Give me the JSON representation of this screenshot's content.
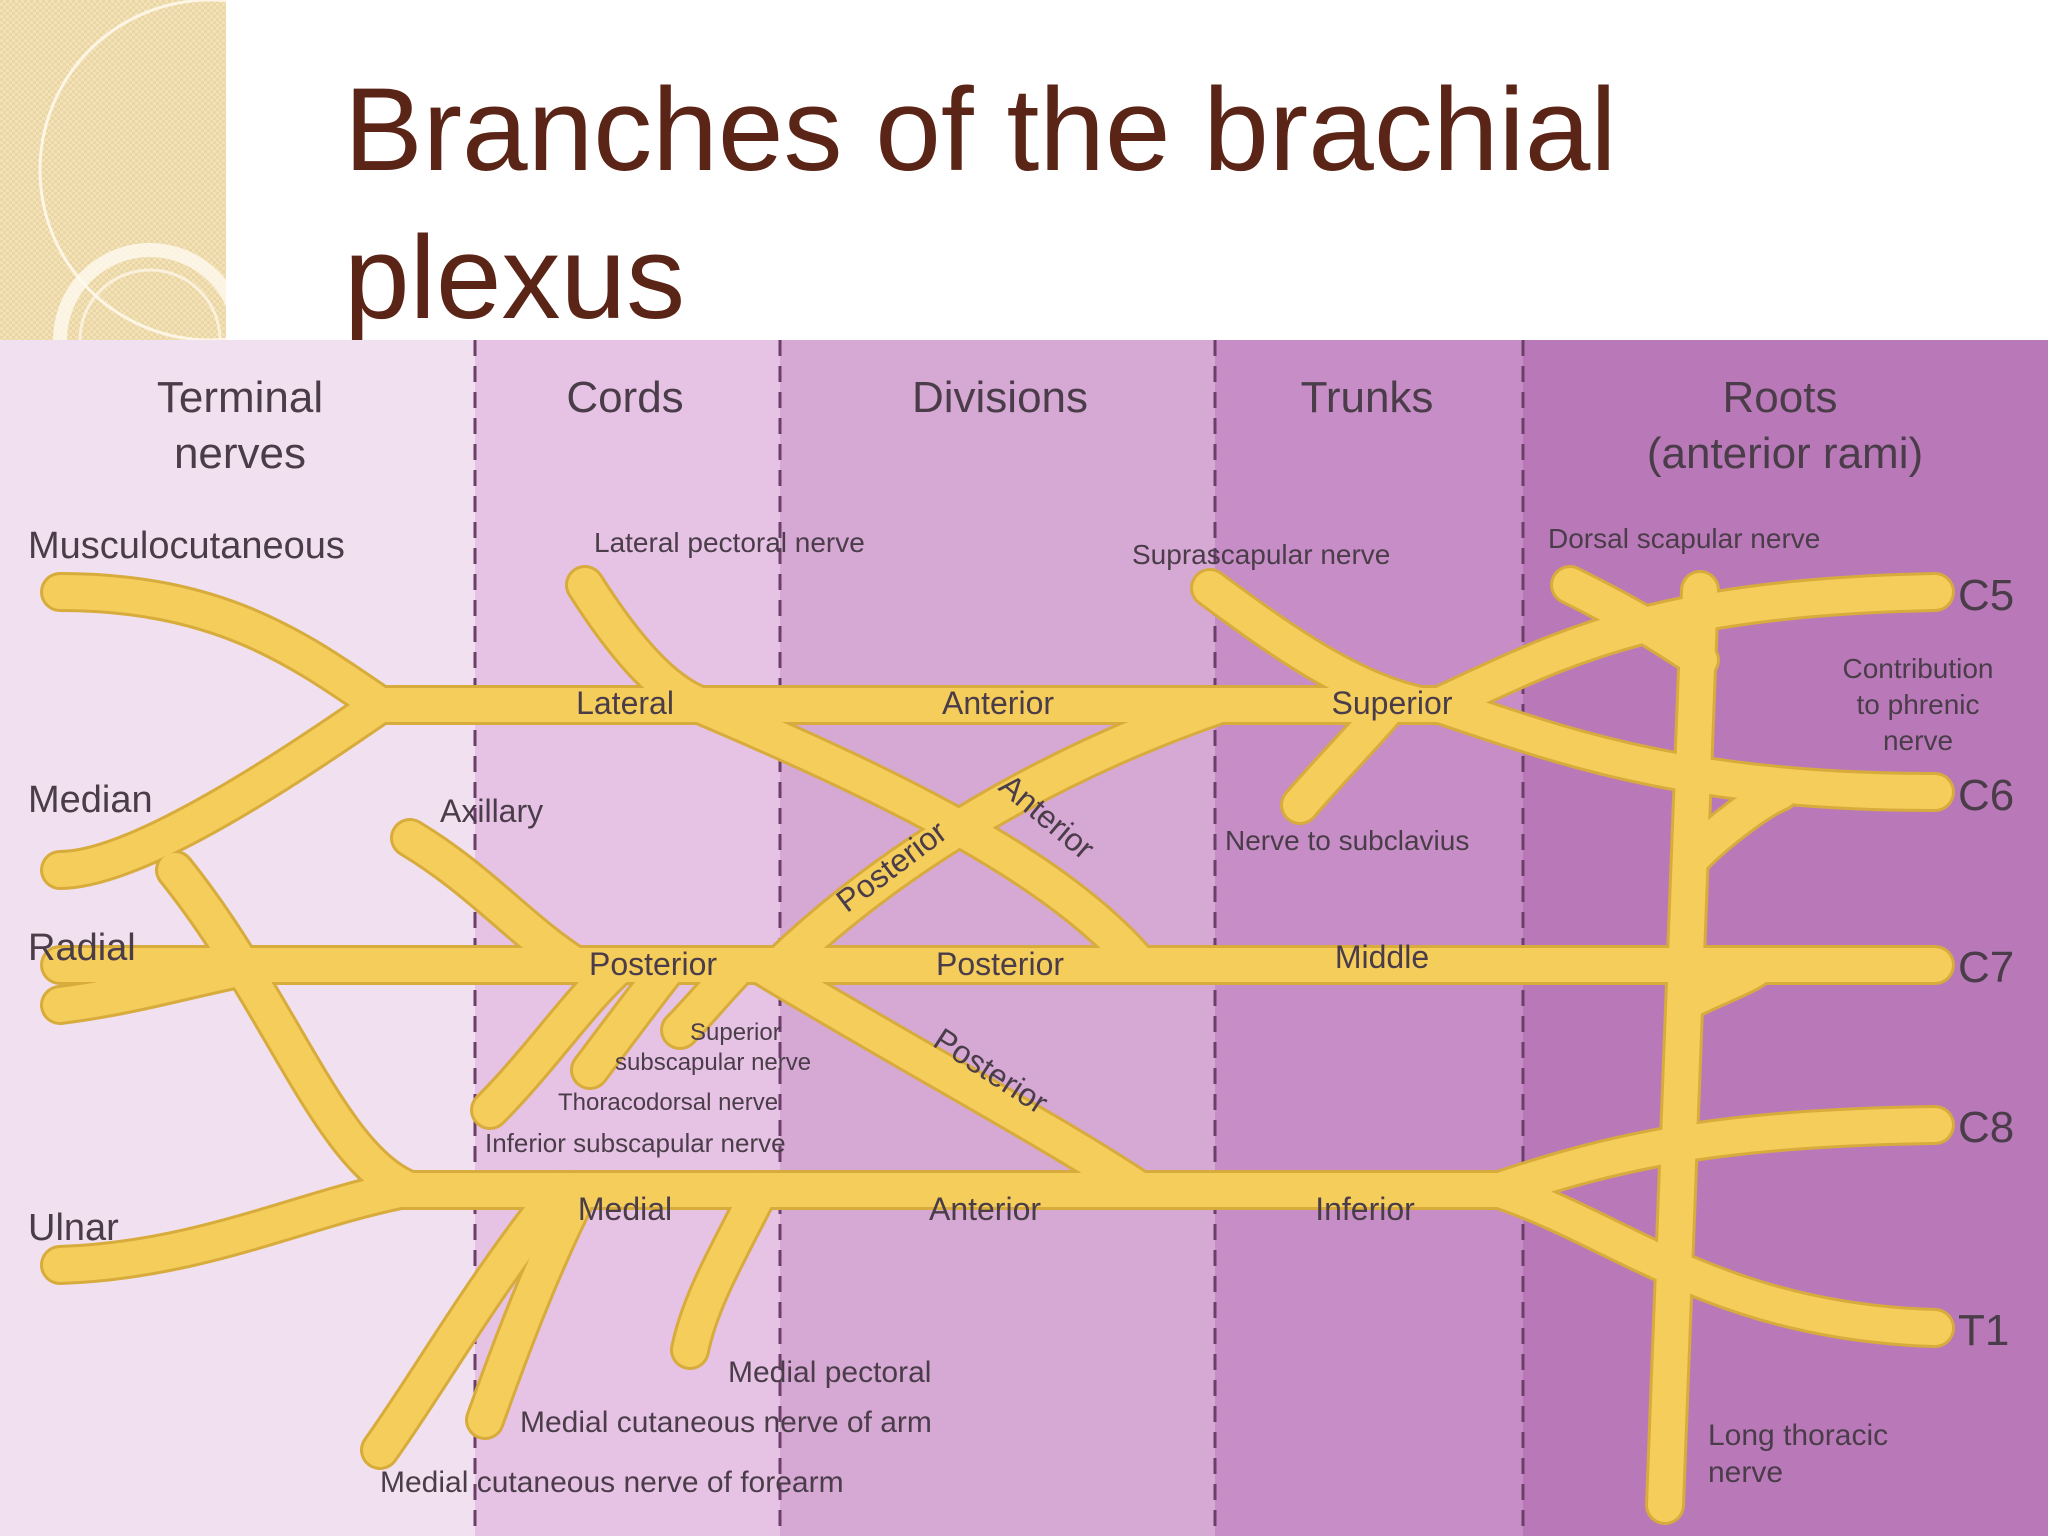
{
  "slide": {
    "title": "Branches of the brachial plexus"
  },
  "diagram": {
    "columns": [
      {
        "line1": "Terminal",
        "line2": "nerves"
      },
      {
        "line1": "Cords",
        "line2": ""
      },
      {
        "line1": "Divisions",
        "line2": ""
      },
      {
        "line1": "Trunks",
        "line2": ""
      },
      {
        "line1": "Roots",
        "line2": "(anterior rami)"
      }
    ],
    "terminal_nerves": {
      "musculocutaneous": "Musculocutaneous",
      "median": "Median",
      "radial": "Radial",
      "ulnar": "Ulnar"
    },
    "cords": {
      "lateral": "Lateral",
      "posterior": "Posterior",
      "medial": "Medial"
    },
    "divisions": {
      "lateral_anterior": "Anterior",
      "diag_anterior": "Anterior",
      "diag_posterior": "Posterior",
      "middle_posterior": "Posterior",
      "lower_posterior": "Posterior",
      "medial_anterior": "Anterior"
    },
    "trunks": {
      "superior": "Superior",
      "middle": "Middle",
      "inferior": "Inferior"
    },
    "roots": [
      "C5",
      "C6",
      "C7",
      "C8",
      "T1"
    ],
    "branches": {
      "lateral_pectoral": "Lateral pectoral nerve",
      "suprascapular": "Suprascapular nerve",
      "dorsal_scapular": "Dorsal scapular nerve",
      "phrenic_line1": "Contribution",
      "phrenic_line2": "to phrenic",
      "phrenic_line3": "nerve",
      "axillary": "Axillary",
      "subclavius": "Nerve to subclavius",
      "superior_subscap_line1": "Superior",
      "superior_subscap_line2": "subscapular nerve",
      "thoracodorsal": "Thoracodorsal nerve",
      "inferior_subscap": "Inferior subscapular nerve",
      "medial_pectoral": "Medial pectoral",
      "medial_cut_arm": "Medial cutaneous nerve of arm",
      "medial_cut_forearm": "Medial cutaneous nerve of forearm",
      "long_thoracic_line1": "Long thoracic",
      "long_thoracic_line2": "nerve"
    },
    "colors": {
      "title": "#5a2416",
      "nerve": "#f4cd5b",
      "nerve_outline": "#d7ab3c",
      "band_terminal": "#f1e1f0",
      "band_cords": "#e6c3e4",
      "band_divisions": "#d6a8d4",
      "band_trunks": "#c78dc6",
      "band_roots": "#b979b9",
      "label": "#4a3d49"
    }
  }
}
